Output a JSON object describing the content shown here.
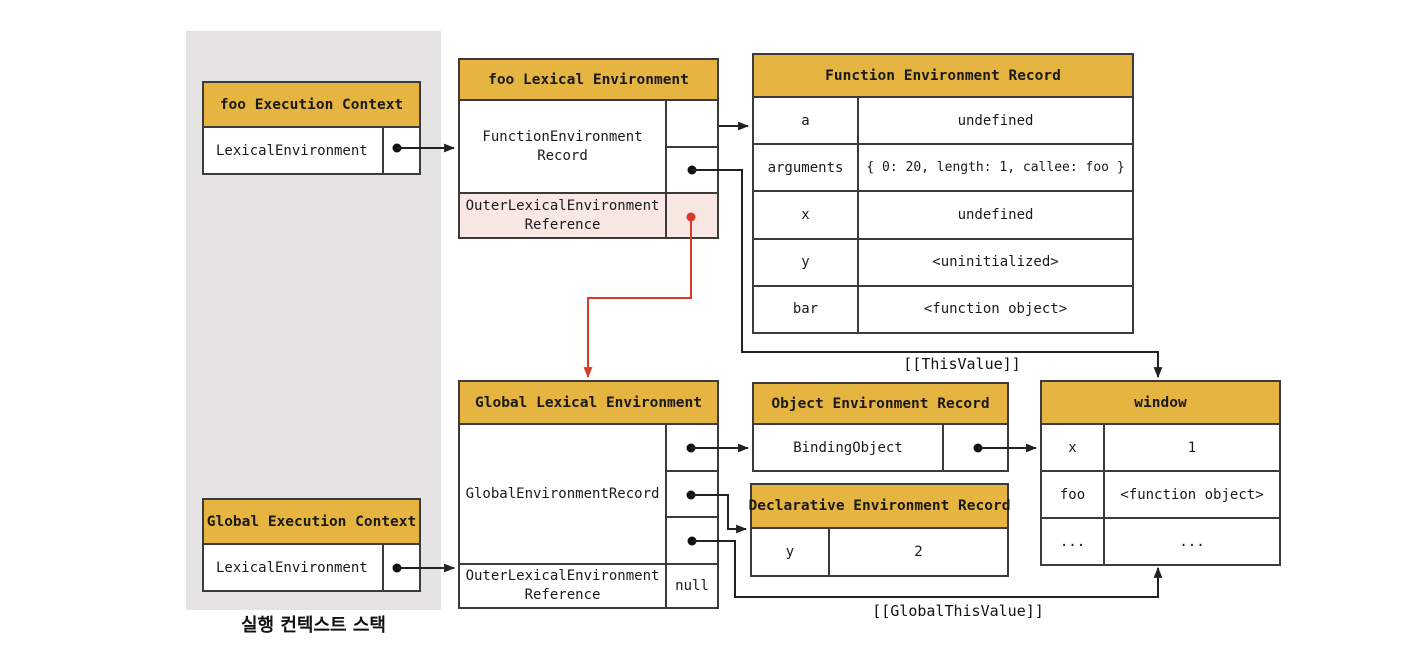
{
  "colors": {
    "header_yellow": "#E5B441",
    "outer_pink": "#F9E7E3",
    "red_arrow": "#D93A2A",
    "panel_gray": "#E5E3E3",
    "border": "#3B3B3B"
  },
  "stack_panel": {
    "label": "실행 컨텍스트 스택"
  },
  "foo_execution_context": {
    "title": "foo Execution Context",
    "slot": "LexicalEnvironment"
  },
  "global_execution_context": {
    "title": "Global Execution Context",
    "slot": "LexicalEnvironment"
  },
  "foo_lexical_environment": {
    "title": "foo Lexical Environment",
    "record_lines": [
      "FunctionEnvironment",
      "Record"
    ],
    "outer_lines": [
      "OuterLexicalEnvironment",
      "Reference"
    ]
  },
  "function_environment_record": {
    "title": "Function Environment Record",
    "rows": [
      {
        "key": "a",
        "value": "undefined"
      },
      {
        "key": "arguments",
        "value": "{ 0: 20, length: 1, callee: foo }"
      },
      {
        "key": "x",
        "value": "undefined"
      },
      {
        "key": "y",
        "value": "<uninitialized>"
      },
      {
        "key": "bar",
        "value": "<function object>"
      }
    ]
  },
  "global_lexical_environment": {
    "title": "Global Lexical Environment",
    "record": "GlobalEnvironmentRecord",
    "outer_lines": [
      "OuterLexicalEnvironment",
      "Reference"
    ],
    "outer_value": "null"
  },
  "object_environment_record": {
    "title": "Object Environment Record",
    "row": "BindingObject"
  },
  "declarative_environment_record": {
    "title": "Declarative Environment Record",
    "rows": [
      {
        "key": "y",
        "value": "2"
      }
    ]
  },
  "window_object": {
    "title": "window",
    "rows": [
      {
        "key": "x",
        "value": "1"
      },
      {
        "key": "foo",
        "value": "<function object>"
      },
      {
        "key": "...",
        "value": "..."
      }
    ]
  },
  "arrow_labels": {
    "this_value": "[[ThisValue]]",
    "global_this_value": "[[GlobalThisValue]]"
  }
}
